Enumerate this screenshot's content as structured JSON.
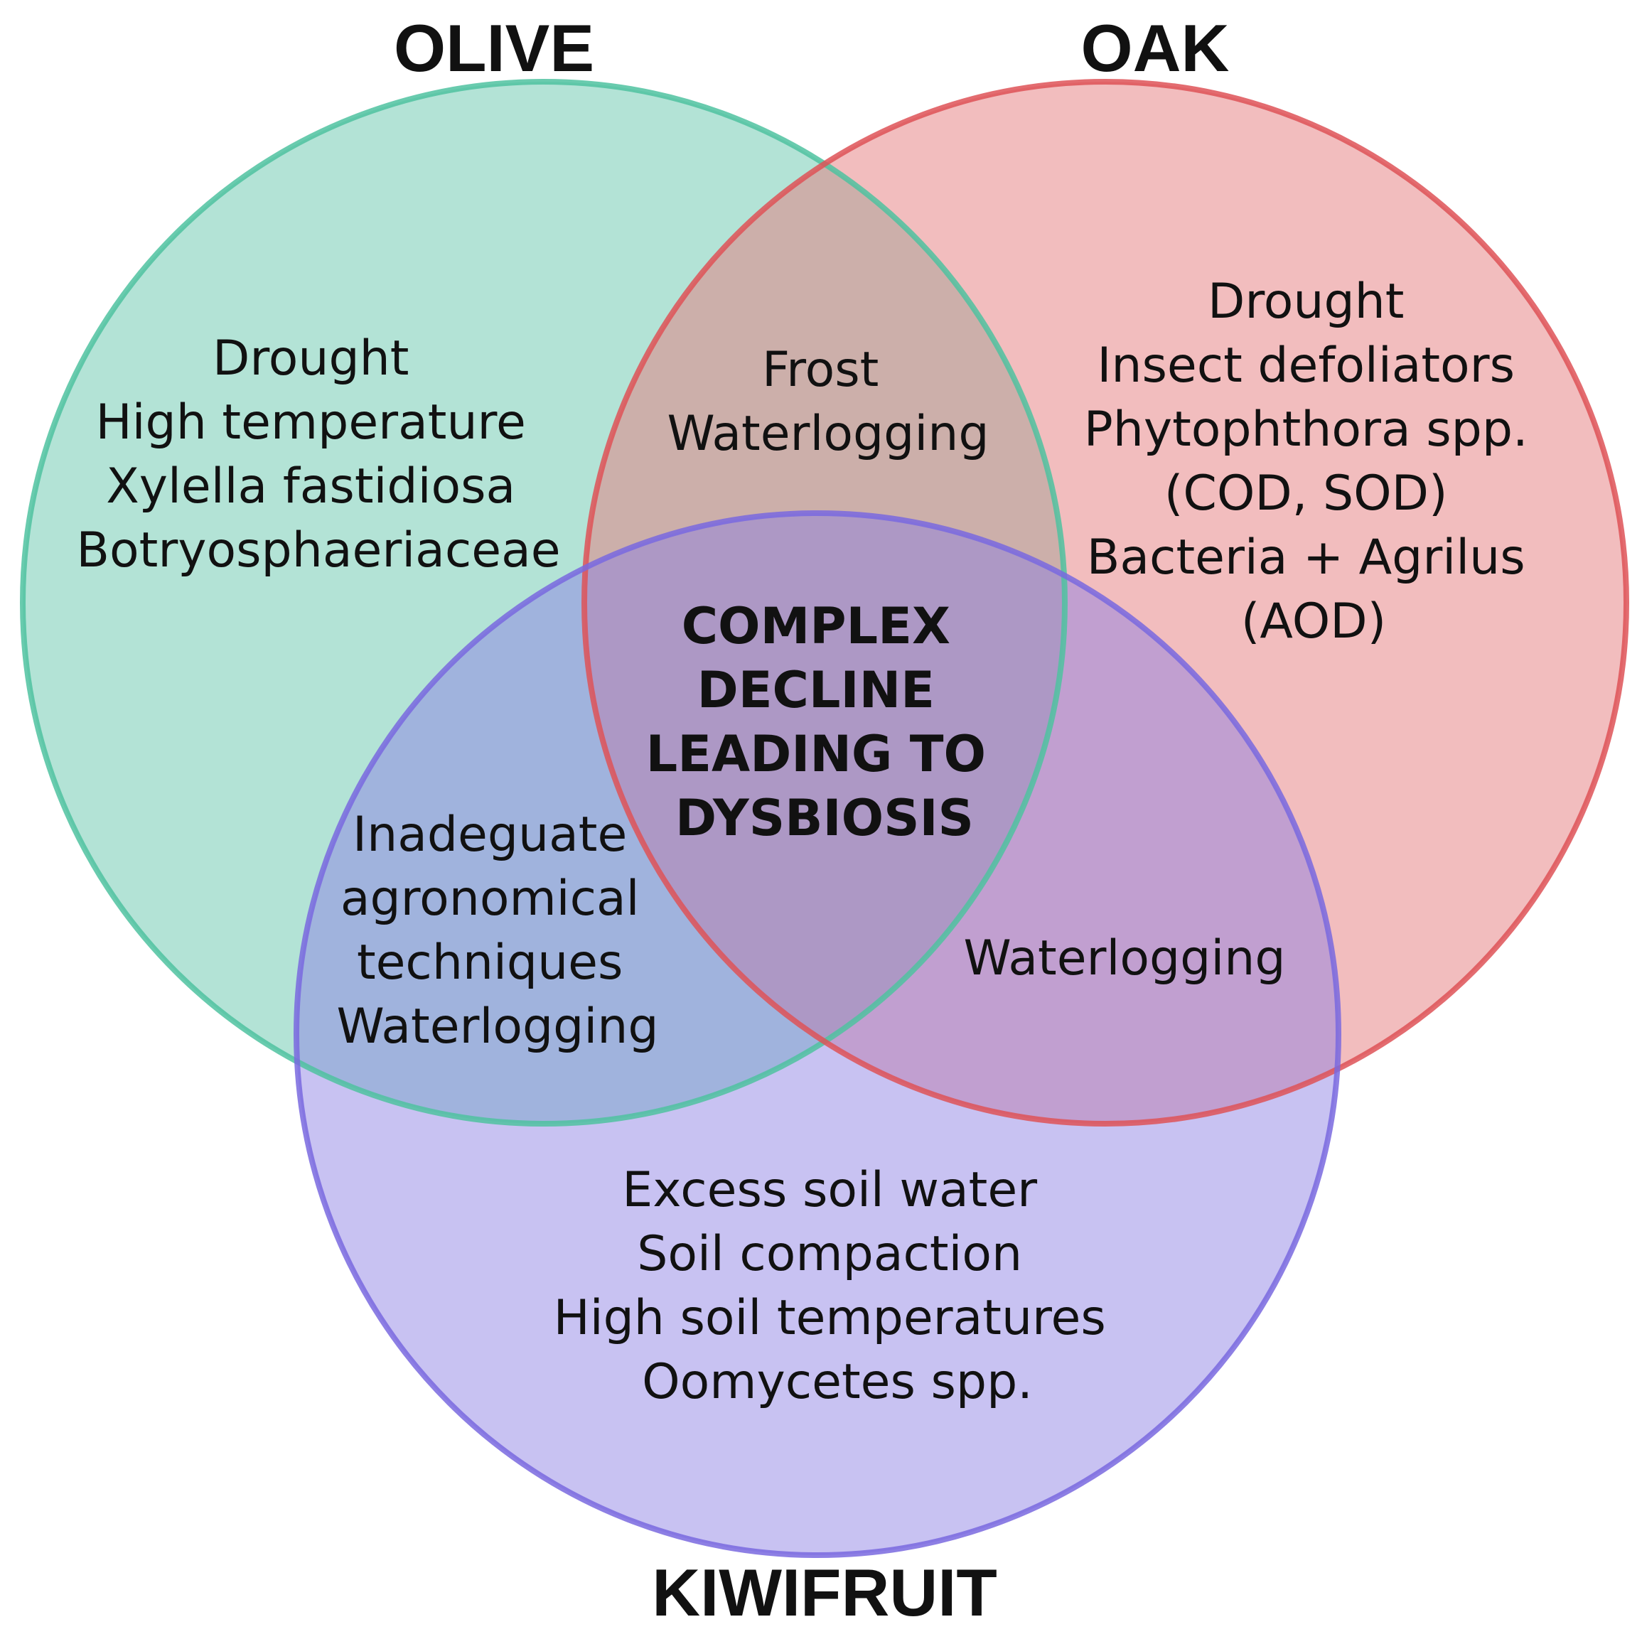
{
  "colors": {
    "olive_fill": "#68c8ad",
    "olive_stroke": "#4fc2a0",
    "oak_fill": "#e57b7e",
    "oak_stroke": "#de5257",
    "kiwifruit_fill": "#8d7fe3",
    "kiwifruit_stroke": "#7968df",
    "text": "#111111"
  },
  "sets": {
    "olive": {
      "label": "OLIVE"
    },
    "oak": {
      "label": "OAK"
    },
    "kiwifruit": {
      "label": "KIWIFRUIT"
    }
  },
  "regions": {
    "olive_only": [
      "Drought",
      "High temperature",
      "Xylella fastidiosa",
      "Botryosphaeriaceae"
    ],
    "oak_only": [
      "Drought",
      "Insect defoliators",
      "Phytophthora spp.",
      "(COD, SOD)",
      "Bacteria + Agrilus",
      "(AOD)"
    ],
    "kiwifruit_only": [
      "Excess soil water",
      "Soil compaction",
      "High soil temperatures",
      "Oomycetes spp."
    ],
    "olive_oak": [
      "Frost",
      "Waterlogging"
    ],
    "olive_kiwifruit": [
      "Inadeguate",
      "agronomical",
      "techniques",
      "Waterlogging"
    ],
    "oak_kiwifruit": [
      "Waterlogging"
    ],
    "center": [
      "COMPLEX",
      "DECLINE",
      "LEADING TO",
      "DYSBIOSIS"
    ]
  }
}
